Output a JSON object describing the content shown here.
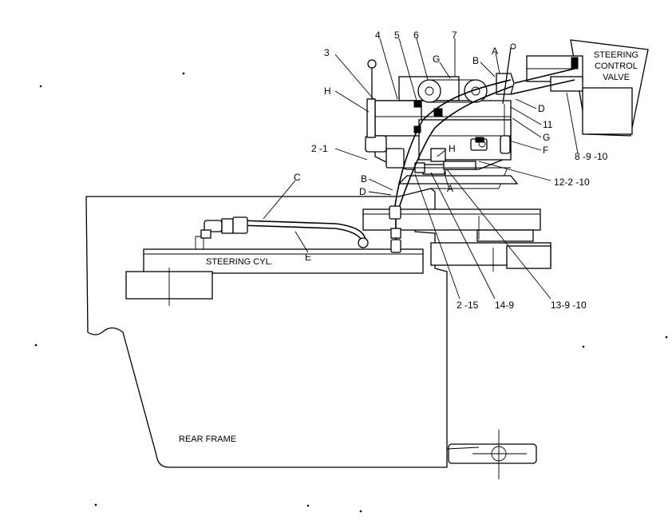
{
  "labels": {
    "l3": "3",
    "l4": "4",
    "l5": "5",
    "l6": "6",
    "l7": "7",
    "lA_top": "A",
    "lB_top": "B",
    "lG_top": "G",
    "lH_left": "H",
    "lD_right": "D",
    "l11": "11",
    "lG_right": "G",
    "lF": "F",
    "l8_9_10": "8 -9 -10",
    "l2_1": "2 -1",
    "lH_mid": "H",
    "l12_2_10": "12-2 -10",
    "lB_low": "B",
    "lA_low": "A",
    "lD_low": "D",
    "lC": "C",
    "lE": "E",
    "l2_15": "2 -15",
    "l14_9": "14-9",
    "l13_9_10": "13-9 -10"
  },
  "captions": {
    "steering_control_valve_1": "STEERING",
    "steering_control_valve_2": "CONTROL",
    "steering_control_valve_3": "VALVE",
    "steering_cyl": "STEERING CYL.",
    "rear_frame": "REAR FRAME"
  }
}
